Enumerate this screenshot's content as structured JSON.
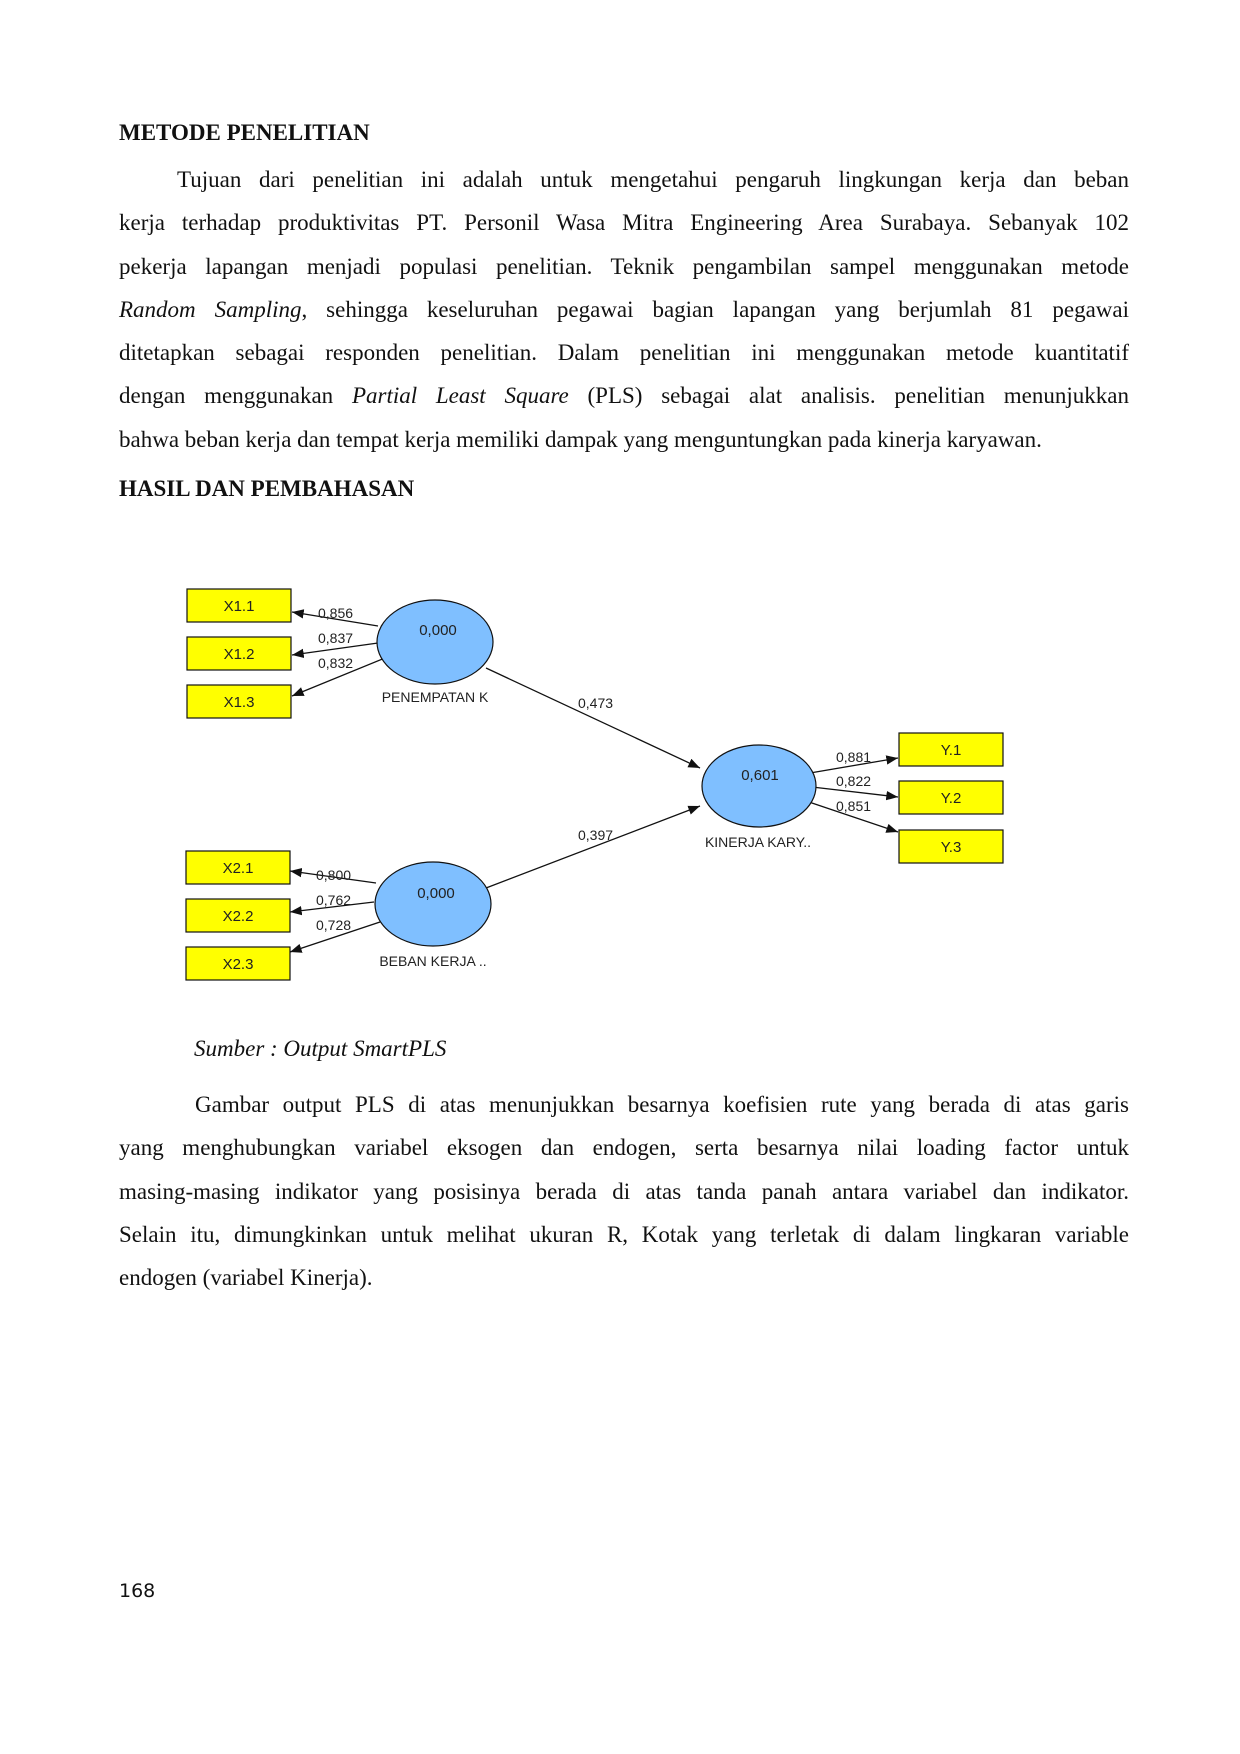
{
  "sections": {
    "metode_title": "METODE PENELITIAN",
    "metode_lines": [
      "Tujuan dari penelitian ini adalah untuk mengetahui pengaruh lingkungan kerja dan beban",
      "kerja terhadap produktivitas PT. Personil Wasa Mitra Engineering Area Surabaya. Sebanyak 102",
      "pekerja lapangan menjadi populasi penelitian. Teknik pengambilan sampel menggunakan metode",
      [
        "Random Sampling",
        ", sehingga keseluruhan pegawai bagian lapangan yang berjumlah 81 pegawai"
      ],
      "ditetapkan sebagai responden penelitian. Dalam penelitian ini menggunakan metode kuantitatif",
      [
        "dengan menggunakan ",
        "Partial Least Square",
        " (PLS) sebagai alat analisis. penelitian menunjukkan"
      ],
      "bahwa beban kerja dan tempat kerja memiliki dampak yang menguntungkan pada kinerja karyawan."
    ],
    "hasil_title": "HASIL DAN PEMBAHASAN"
  },
  "figure": {
    "constructs": {
      "penempatan": {
        "label": "PENEMPATAN K",
        "value": "0,000"
      },
      "beban": {
        "label": "BEBAN KERJA ..",
        "value": "0,000"
      },
      "kinerja": {
        "label": "KINERJA KARY..",
        "value": "0,601"
      }
    },
    "indicators": {
      "x11": "X1.1",
      "x12": "X1.2",
      "x13": "X1.3",
      "x21": "X2.1",
      "x22": "X2.2",
      "x23": "X2.3",
      "y1": "Y.1",
      "y2": "Y.2",
      "y3": "Y.3"
    },
    "loadings": {
      "x11": "0,856",
      "x12": "0,837",
      "x13": "0,832",
      "x21": "0,800",
      "x22": "0,762",
      "x23": "0,728",
      "y1": "0,881",
      "y2": "0,822",
      "y3": "0,851"
    },
    "paths": {
      "penempatan_kinerja": "0,473",
      "beban_kinerja": "0,397"
    },
    "colors": {
      "indicator_fill": "#ffff00",
      "construct_fill": "#7fbfff"
    },
    "caption": "Sumber : Output SmartPLS"
  },
  "closing_lines": [
    "Gambar output PLS di atas menunjukkan besarnya koefisien rute yang berada di atas garis",
    "yang menghubungkan variabel eksogen dan endogen, serta besarnya nilai loading factor untuk",
    "masing-masing indikator yang posisinya berada di atas tanda panah antara variabel dan indikator.",
    "Selain itu, dimungkinkan untuk melihat ukuran R, Kotak yang terletak di dalam lingkaran variable",
    "endogen (variabel Kinerja)."
  ],
  "page_number": "168"
}
